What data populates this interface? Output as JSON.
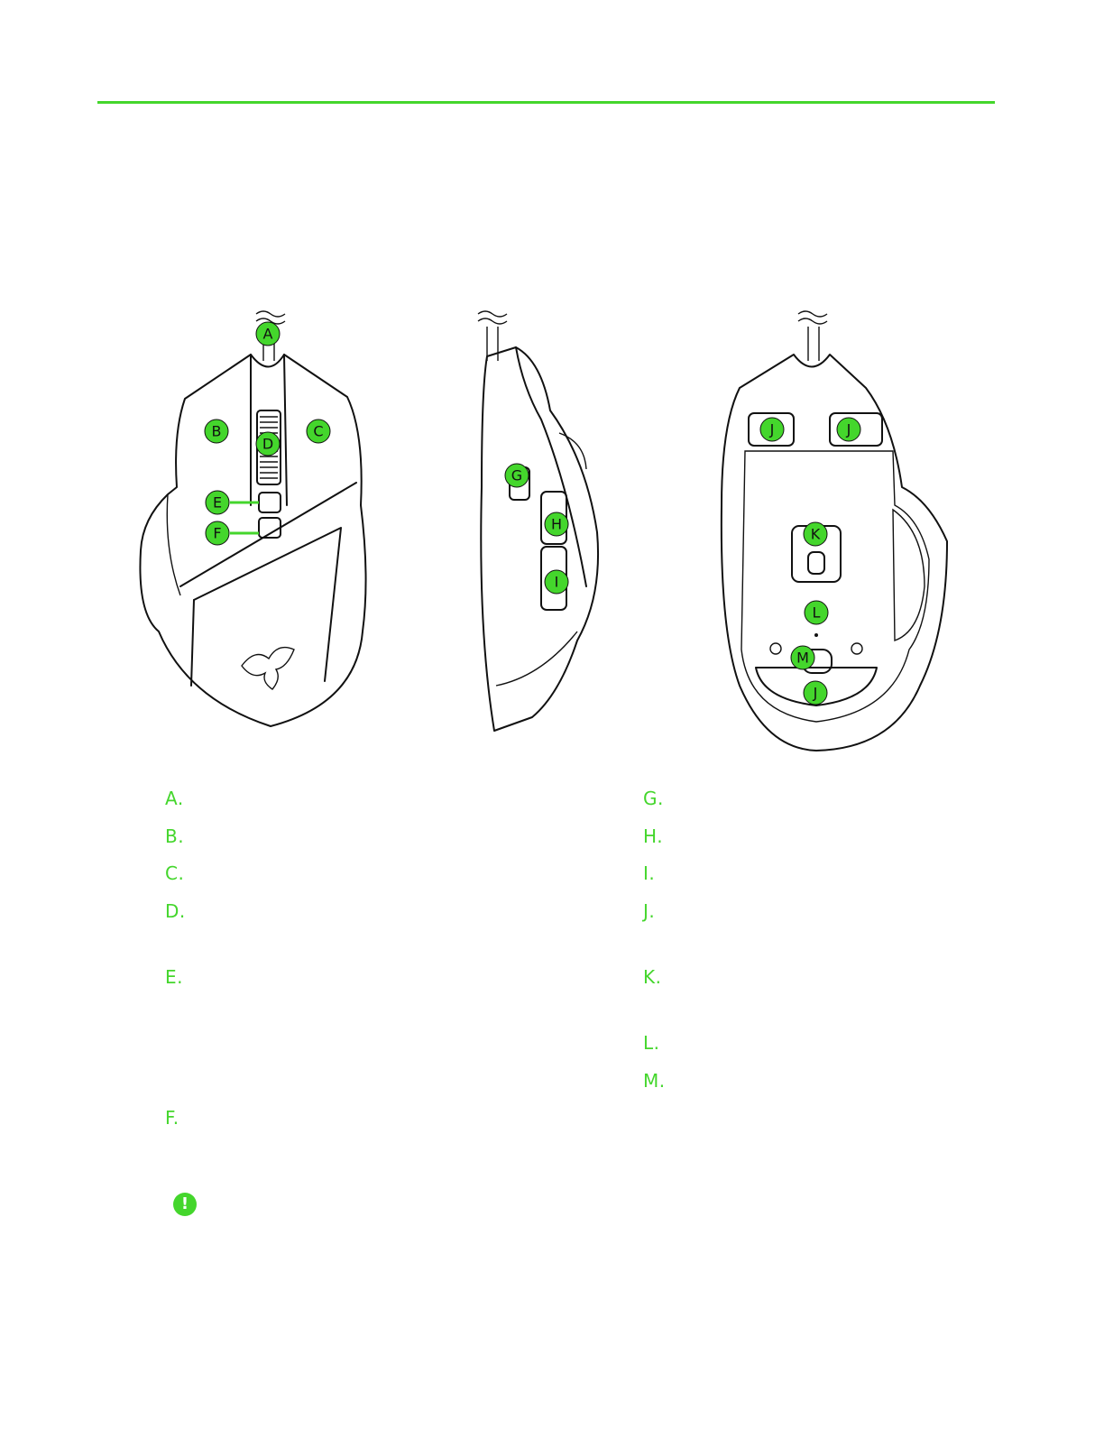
{
  "accent_color": "#44d62c",
  "callouts": {
    "top_view": [
      "A",
      "B",
      "C",
      "D",
      "E",
      "F"
    ],
    "side_view": [
      "G",
      "H",
      "I"
    ],
    "bottom_view": [
      "J",
      "J",
      "K",
      "L",
      "M",
      "J"
    ]
  },
  "list": {
    "left": [
      "A.",
      "B.",
      "C.",
      "D.",
      "E.",
      "F."
    ],
    "right": [
      "G.",
      "H.",
      "I.",
      "J.",
      "K.",
      "L.",
      "M."
    ]
  },
  "icons": {
    "note": "exclamation-icon"
  }
}
